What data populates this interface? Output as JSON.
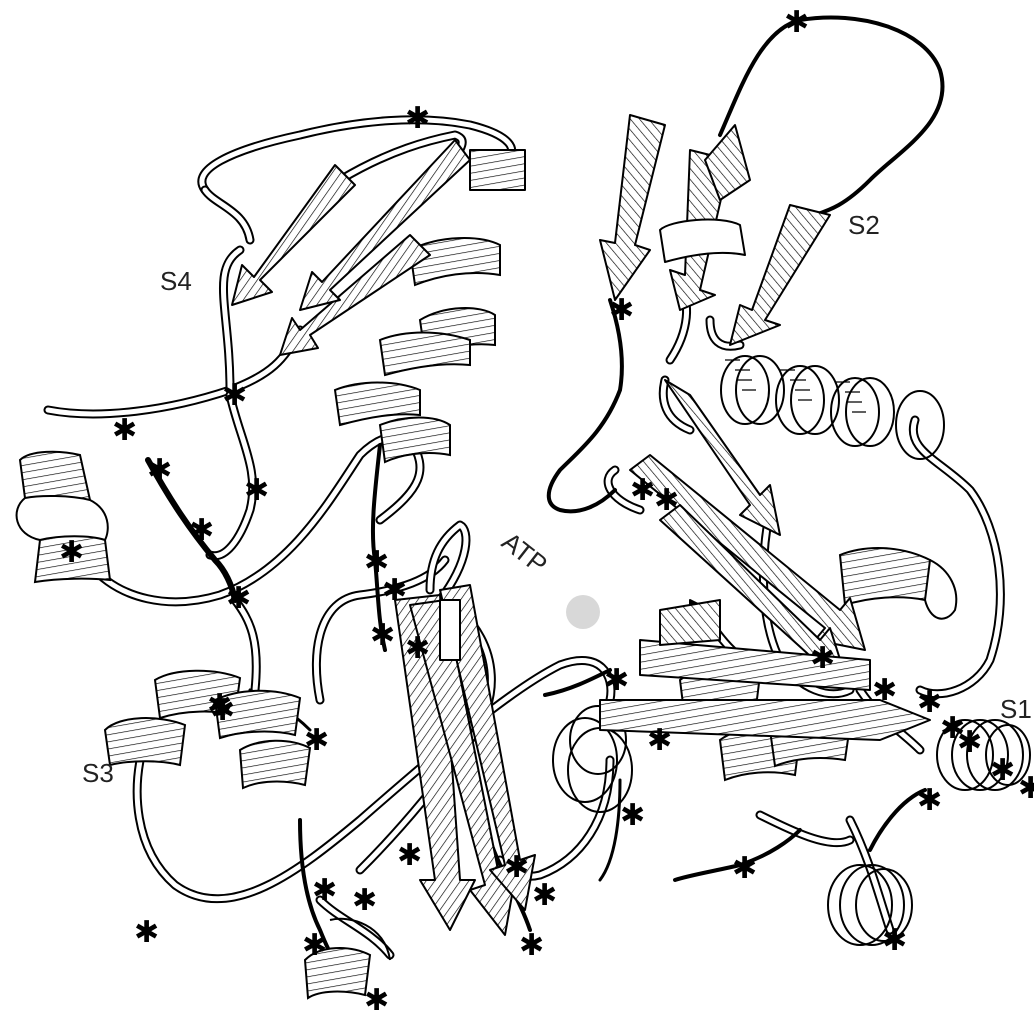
{
  "figure": {
    "labels": {
      "s1": "S1",
      "s2": "S2",
      "s3": "S3",
      "s4": "S4",
      "atp": "ATP"
    },
    "colors": {
      "ink": "#000000",
      "background": "#ffffff",
      "atp_site": "#d8d8d8"
    }
  }
}
